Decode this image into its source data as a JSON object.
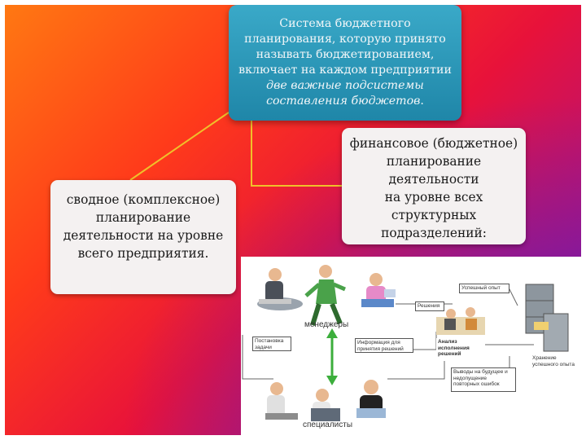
{
  "top_box": {
    "line1": "Система бюджетного",
    "line2": "планирования, которую принято",
    "line3": "называть бюджетированием,",
    "line4": "включает на каждом предприятии",
    "line5_italic": "две важные подсистемы",
    "line6_italic": "составления бюджетов",
    "line6_end": "."
  },
  "left_box": {
    "line1": "сводное (комплексное)",
    "line2": "планирование",
    "line3": "деятельности на уровне",
    "line4": "всего предприятия."
  },
  "right_box": {
    "line1": "финансовое (бюджетное)",
    "line2": "планирование деятельности",
    "line3": "на уровне всех",
    "line4": "структурных",
    "line5": "подразделений:"
  },
  "illustration": {
    "managers_label": "менеджеры",
    "specialists_label": "специалисты",
    "boxes": {
      "success_experience": "Успешный опыт",
      "solutions": "Решения",
      "analysis": "Анализ исполнения решений",
      "storage": "Хранение успешного опыта",
      "mistakes": "Выводы на будущее и недопущение повторных ошибок",
      "assessment": "Постановка задачи",
      "decision_info": "Информация для принятия решений"
    }
  },
  "colors": {
    "top_box": "#1f86a8",
    "white_box": "#f4f1f1",
    "connector": "#f0c02a",
    "arrow_green": "#3cae3c"
  }
}
